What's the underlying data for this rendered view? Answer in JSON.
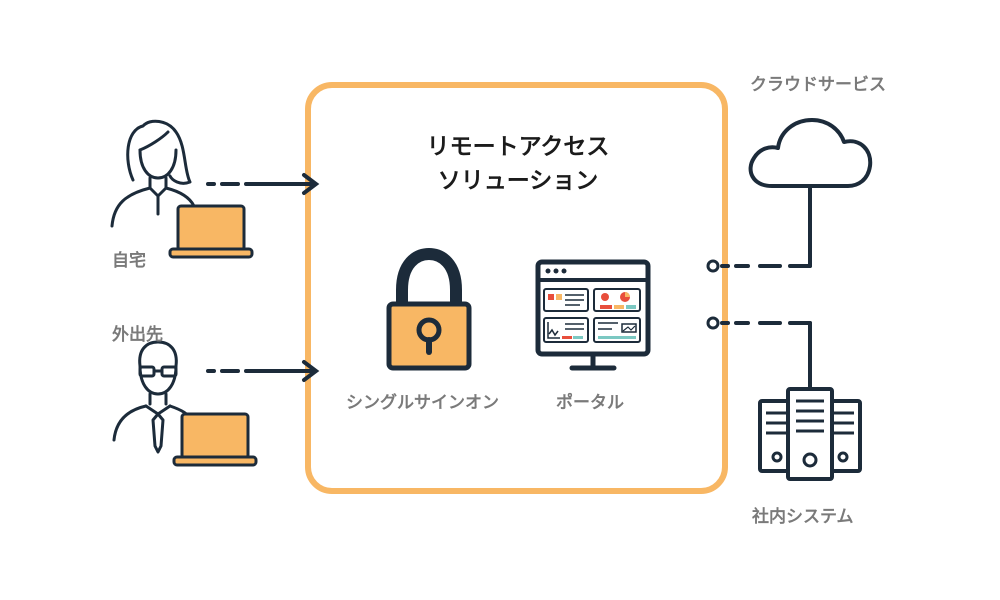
{
  "solution": {
    "title_line1": "リモートアクセス",
    "title_line2": "ソリューション",
    "sso_label": "シングルサインオン",
    "portal_label": "ポータル"
  },
  "clients": {
    "home_label": "自宅",
    "outside_label": "外出先"
  },
  "services": {
    "cloud_label": "クラウドサービス",
    "internal_label": "社内システム"
  },
  "colors": {
    "accent_orange": "#f8b764",
    "dark_navy": "#1c2b3a",
    "label_gray": "#7a7a7a",
    "title_black": "#1b1b1b"
  },
  "icons": [
    "woman-user-icon",
    "man-user-icon",
    "laptop-icon",
    "padlock-icon",
    "dashboard-monitor-icon",
    "cloud-icon",
    "server-icon"
  ]
}
